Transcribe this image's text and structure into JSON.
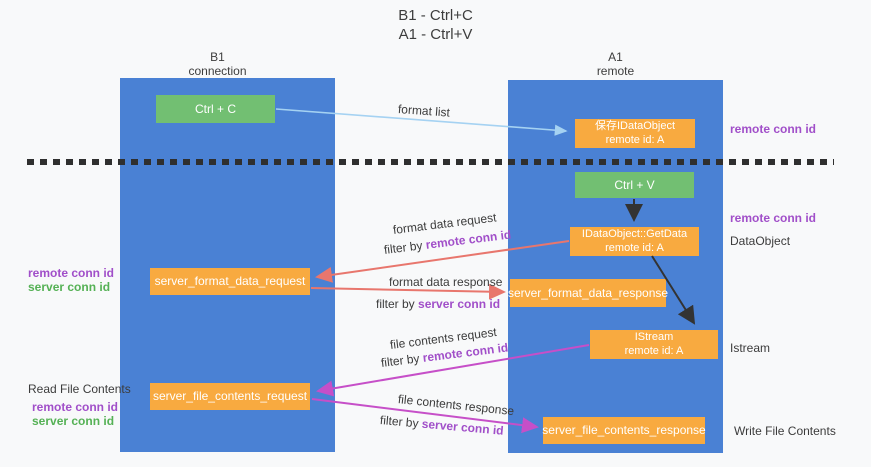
{
  "title": {
    "line1": "B1 - Ctrl+C",
    "line2": "A1 - Ctrl+V"
  },
  "columns": {
    "left": {
      "name": "B1",
      "role": "connection"
    },
    "right": {
      "name": "A1",
      "role": "remote"
    }
  },
  "nodes": {
    "ctrl_c": "Ctrl + C",
    "ctrl_v": "Ctrl + V",
    "save_dataobject": {
      "line1": "保存IDataObject",
      "line2": "remote id: A"
    },
    "getdata": {
      "line1": "IDataObject::GetData",
      "line2": "remote id: A"
    },
    "istream": {
      "line1": "IStream",
      "line2": "remote id: A"
    },
    "server_format_data_request": "server_format_data_request",
    "server_format_data_response": "server_format_data_response",
    "server_file_contents_request": "server_file_contents_request",
    "server_file_contents_response": "server_file_contents_response"
  },
  "flows": {
    "format_list": "format list",
    "format_data_request": {
      "line1": "format data request",
      "filter_prefix": "filter by ",
      "filter_key": "remote conn id"
    },
    "format_data_response": {
      "line1": "format data response",
      "filter_prefix": "filter by ",
      "filter_key": "server conn id"
    },
    "file_contents_request": {
      "line1": "file contents request",
      "filter_prefix": "filter by ",
      "filter_key": "remote conn id"
    },
    "file_contents_response": {
      "line1": "file contents response",
      "filter_prefix": "filter by ",
      "filter_key": "server conn id"
    }
  },
  "annotations": {
    "right_saved_obj": "remote conn id",
    "right_ctrl_v": "remote conn id",
    "right_dataobject": "DataObject",
    "right_istream": "Istream",
    "right_write": "Write File Contents",
    "left_format_purple": "remote conn id",
    "left_format_green": "server conn id",
    "left_read": "Read File Contents",
    "left_file_purple": "remote conn id",
    "left_file_green": "server conn id"
  },
  "colors": {
    "bg": "#f8f9fa",
    "column_blue": "#4a81d4",
    "box_green": "#72bf72",
    "box_orange": "#f8aa40",
    "arrow_salmon": "#e8766d",
    "arrow_magenta": "#c64fc8",
    "arrow_lightblue": "#a5d2f2",
    "arrow_black": "#333333",
    "label_purple": "#a14fc9",
    "label_green": "#55b155"
  }
}
